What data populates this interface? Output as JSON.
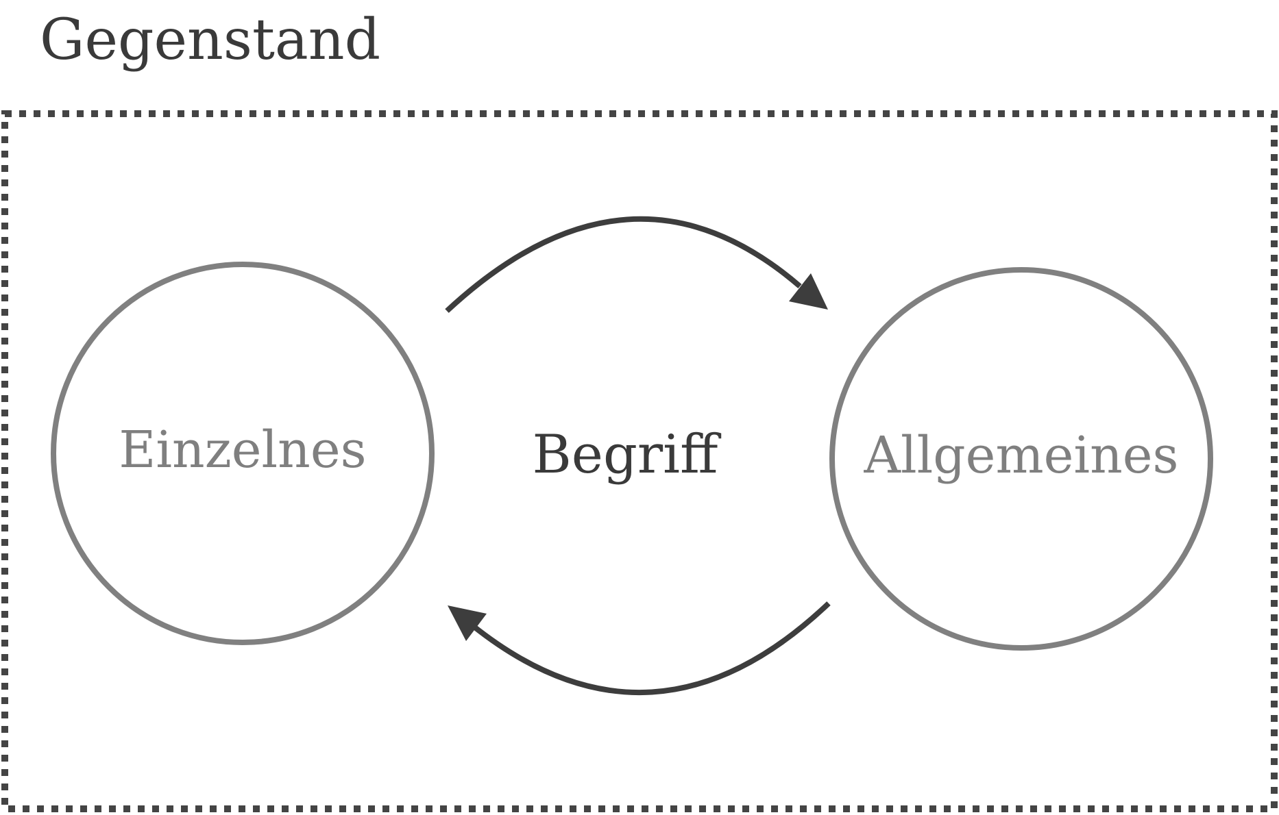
{
  "title": "Gegenstand",
  "center_label": "Begriff",
  "nodes": {
    "left": {
      "label": "Einzelnes"
    },
    "right": {
      "label": "Allgemeines"
    }
  },
  "colors": {
    "title_text": "#3a3a3a",
    "center_text": "#3a3a3a",
    "node_stroke": "#808080",
    "node_text": "#7f7f7f",
    "arrow": "#3d3d3d",
    "frame": "#444444",
    "background": "#ffffff"
  },
  "edges": [
    {
      "from": "Einzelnes",
      "to": "Allgemeines",
      "direction": "top"
    },
    {
      "from": "Allgemeines",
      "to": "Einzelnes",
      "direction": "bottom"
    }
  ]
}
